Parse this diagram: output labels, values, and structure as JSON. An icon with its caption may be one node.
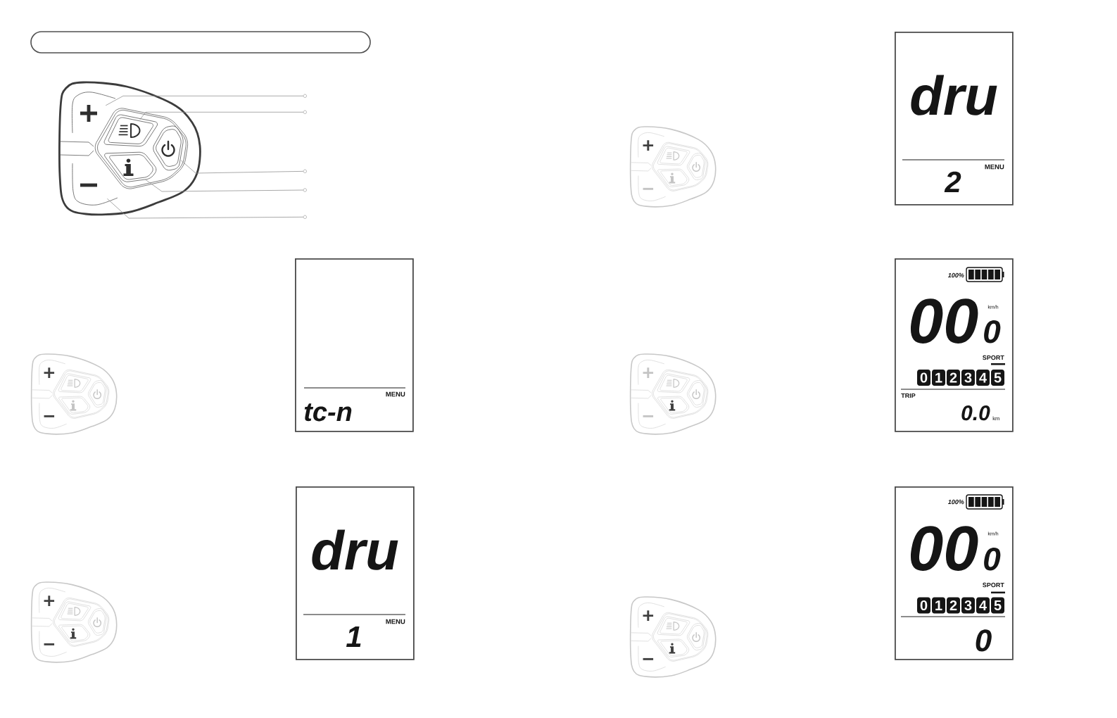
{
  "diagram": {
    "nodes": [
      {
        "text": [],
        "shape": "band"
      },
      {
        "text": [],
        "shape": "button"
      },
      {
        "text": [],
        "shape": "button"
      },
      {
        "text": [],
        "shape": "button"
      },
      {
        "text": [],
        "shape": "button"
      },
      {
        "text": [],
        "shape": "button"
      },
      {
        "text": [],
        "shape": "circle"
      },
      {
        "text": [],
        "shape": "circle"
      },
      {
        "text": [],
        "shape": "circle"
      },
      {
        "text": [],
        "shape": "circle"
      },
      {
        "text": [],
        "shape": "circle"
      },
      {
        "text": [
          "MENU",
          "tc-n"
        ]
      },
      {
        "text": [
          "dru",
          "MENU",
          "1"
        ]
      },
      {
        "text": [
          "dru",
          "MENU",
          "2"
        ]
      },
      {
        "text": [
          "100%",
          "00",
          "km/h",
          "0",
          "SPORT",
          "TRIP",
          "0.0",
          "km"
        ]
      },
      {
        "text": [
          "0"
        ],
        "in": 14
      },
      {
        "text": [
          "1"
        ],
        "in": 14
      },
      {
        "text": [
          "2"
        ],
        "in": 14
      },
      {
        "text": [
          "3"
        ],
        "in": 14
      },
      {
        "text": [
          "4"
        ],
        "in": 14
      },
      {
        "text": [
          "5"
        ],
        "in": 14
      },
      {
        "text": [
          "100%",
          "00",
          "km/h",
          "0",
          "SPORT",
          "0"
        ]
      },
      {
        "text": [
          "0"
        ],
        "in": 21
      },
      {
        "text": [
          "1"
        ],
        "in": 21
      },
      {
        "text": [
          "2"
        ],
        "in": 21
      },
      {
        "text": [
          "3"
        ],
        "in": 21
      },
      {
        "text": [
          "4"
        ],
        "in": 21
      },
      {
        "text": [
          "5"
        ],
        "in": 21
      }
    ],
    "edges": [
      {
        "from": 6,
        "to": 1,
        "arrow": "none"
      },
      {
        "from": 7,
        "to": 2,
        "arrow": "none"
      },
      {
        "from": 8,
        "to": 3,
        "arrow": "none"
      },
      {
        "from": 9,
        "to": 4,
        "arrow": "none"
      },
      {
        "from": 10,
        "to": 5,
        "arrow": "none"
      }
    ]
  }
}
